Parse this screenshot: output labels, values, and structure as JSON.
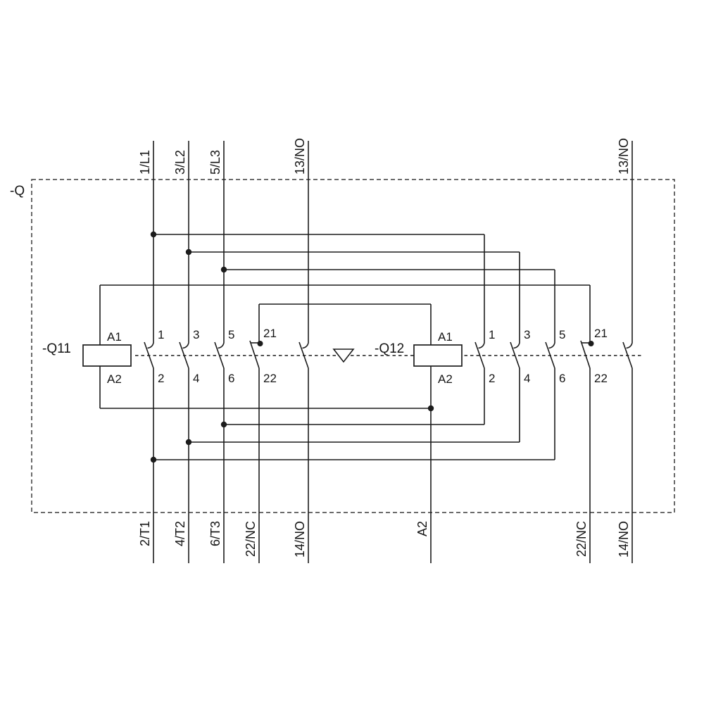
{
  "enclosure": {
    "label": "-Q"
  },
  "terminals_top": [
    "1/L1",
    "3/L2",
    "5/L3",
    "13/NO",
    "13/NO"
  ],
  "terminals_bottom": [
    "2/T1",
    "4/T2",
    "6/T3",
    "22/NC",
    "14/NO",
    "A2",
    "22/NC",
    "14/NO"
  ],
  "contactor_q11": {
    "ref": "-Q11",
    "coil_terminal_top": "A1",
    "coil_terminal_bottom": "A2",
    "pole_numbers_top": [
      "1",
      "3",
      "5",
      "21"
    ],
    "pole_numbers_bottom": [
      "2",
      "4",
      "6",
      "22"
    ]
  },
  "contactor_q12": {
    "ref": "-Q12",
    "coil_terminal_top": "A1",
    "coil_terminal_bottom": "A2",
    "pole_numbers_top": [
      "1",
      "3",
      "5",
      "21"
    ],
    "pole_numbers_bottom": [
      "2",
      "4",
      "6",
      "22"
    ]
  },
  "colors": {
    "line": "#1c1c1c",
    "background": "#ffffff"
  }
}
